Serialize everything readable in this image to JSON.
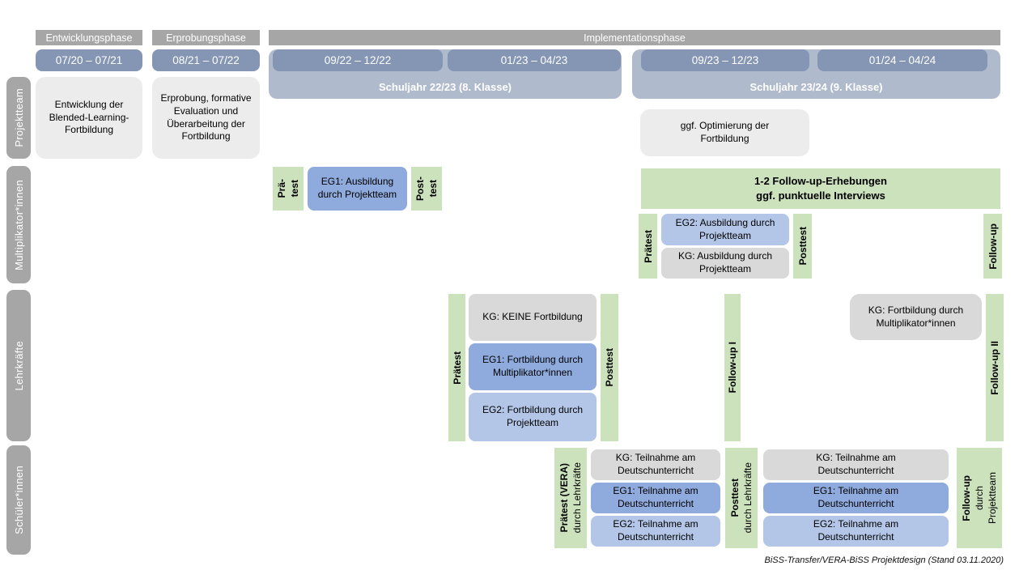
{
  "phase_headers": {
    "entwicklung": "Entwicklungsphase",
    "erprobung": "Erprobungsphase",
    "implementation": "Implementationsphase"
  },
  "timeline": {
    "date_1": "07/20 – 07/21",
    "date_2": "08/21 – 07/22",
    "date_3": "09/22 – 12/22",
    "date_4": "01/23 – 04/23",
    "date_5": "09/23 – 12/23",
    "date_6": "01/24 – 04/24",
    "schuljahr_1": "Schuljahr 22/23 (8. Klasse)",
    "schuljahr_2": "Schuljahr 23/24 (9. Klasse)"
  },
  "row_labels": {
    "projektteam": "Projektteam",
    "multiplikatoren": "Multiplikator*innen",
    "lehrkraefte": "Lehrkräfte",
    "schueler": "Schüler*innen"
  },
  "projektteam_row": {
    "entwicklung_box": "Entwicklung der Blended-Learning-Fortbildung",
    "erprobung_box": "Erprobung, formative Evaluation und Überarbeitung der Fortbildung",
    "optimierung_box": "ggf. Optimierung der Fortbildung"
  },
  "multiplikatoren_row": {
    "praetest_line1": "Prä-",
    "praetest_line2": "test",
    "eg1_box": "EG1: Ausbildung durch Projektteam",
    "posttest_line1": "Post-",
    "posttest_line2": "test",
    "followup_erhebungen_line1": "1-2 Follow-up-Erhebungen",
    "followup_erhebungen_line2": "ggf. punktuelle Interviews",
    "praetest2": "Prätest",
    "eg2_box": "EG2: Ausbildung durch Projektteam",
    "kg_box": "KG: Ausbildung durch Projektteam",
    "posttest2": "Posttest",
    "followup": "Follow-up"
  },
  "lehrkraefte_row": {
    "praetest": "Prätest",
    "kg_box": "KG: KEINE Fortbildung",
    "eg1_box": "EG1: Fortbildung durch Multiplikator*innen",
    "eg2_box": "EG2: Fortbildung durch Projektteam",
    "posttest": "Posttest",
    "followup1": "Follow-up I",
    "kg_fortbildung_box": "KG: Fortbildung durch Multiplikator*innen",
    "followup2": "Follow-up II"
  },
  "schueler_row": {
    "praetest_line1": "Prätest (VERA)",
    "praetest_line2": "durch Lehrkräfte",
    "kg_box_1": "KG: Teilnahme am Deutschunterricht",
    "eg1_box_1": "EG1: Teilnahme am Deutschunterricht",
    "eg2_box_1": "EG2: Teilnahme am Deutschunterricht",
    "posttest_line1": "Posttest",
    "posttest_line2": "durch Lehrkräfte",
    "kg_box_2": "KG: Teilnahme am Deutschunterricht",
    "eg1_box_2": "EG1: Teilnahme am Deutschunterricht",
    "eg2_box_2": "EG2: Teilnahme am Deutschunterricht",
    "followup_line1": "Follow-up",
    "followup_line2": "durch",
    "followup_line3": "Projektteam"
  },
  "footer": {
    "caption": "BiSS-Transfer/VERA-BiSS Projektdesign (Stand 03.11.2020)"
  },
  "colors": {
    "header_gray": "#a6a6a6",
    "date_bar_blue": "#8496b4",
    "schuljahr_band": "#b0bacd",
    "box_gray_light": "#ececec",
    "box_gray": "#d9d9d9",
    "box_blue_eg1": "#8faadc",
    "box_blue_eg2": "#b4c6e7",
    "box_green": "#cbe2bc"
  }
}
